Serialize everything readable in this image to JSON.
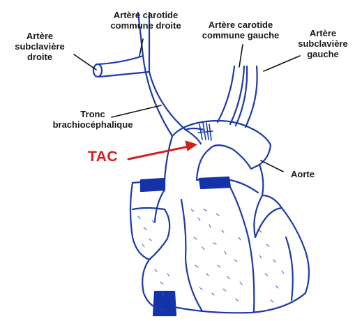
{
  "labels": {
    "subclavian_right": [
      "Artère",
      "subclavière",
      "droite"
    ],
    "carotid_right": [
      "Artère carotide",
      "commune droite"
    ],
    "carotid_left": [
      "Artère carotide",
      "commune gauche"
    ],
    "subclavian_left": [
      "Artère",
      "subclavière",
      "gauche"
    ],
    "brachiocephalic": [
      "Tronc",
      "brachiocéphalique"
    ],
    "aorta": "Aorte",
    "tac": "TAC"
  },
  "colors": {
    "drawing": "#1c3aa8",
    "drawing_dark": "#1533a8",
    "callout": "#111111",
    "tac": "#d0201f"
  }
}
